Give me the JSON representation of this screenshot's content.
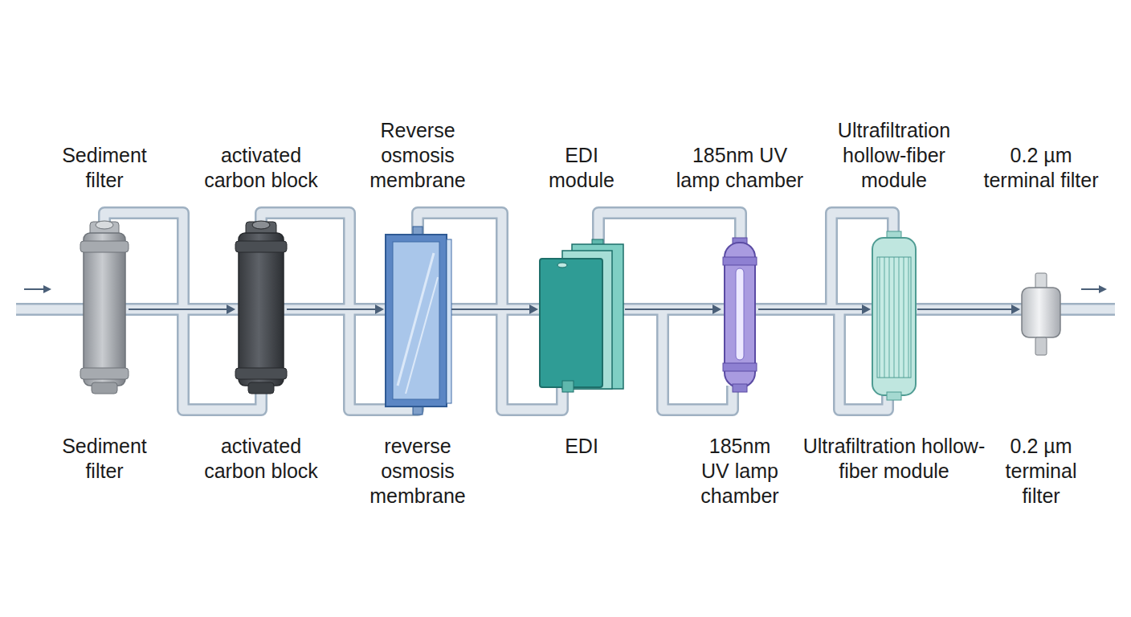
{
  "diagram": {
    "nodes": [
      {
        "text": [
          "Sediment filter",
          "Sediment filter"
        ]
      },
      {
        "text": [
          "activated carbon block",
          "activated carbon block"
        ]
      },
      {
        "text": [
          "Reverse osmosis membrane",
          "reverse osmosis membrane"
        ]
      },
      {
        "text": [
          "EDI module",
          "EDI"
        ]
      },
      {
        "text": [
          "185nm UV lamp chamber",
          "185nm UV lamp chamber"
        ]
      },
      {
        "text": [
          "Ultrafiltration hollow-fiber module",
          "Ultrafiltration hollow-fiber module"
        ]
      },
      {
        "text": [
          "0.2 µm terminal filter",
          "0.2 µm terminal filter"
        ]
      }
    ],
    "edges": [
      {
        "from": 0,
        "to": 1,
        "arrow": "to"
      },
      {
        "from": 1,
        "to": 2,
        "arrow": "to"
      },
      {
        "from": 2,
        "to": 3,
        "arrow": "to"
      },
      {
        "from": 3,
        "to": 4,
        "arrow": "to"
      },
      {
        "from": 4,
        "to": 5,
        "arrow": "to"
      },
      {
        "from": 5,
        "to": 6,
        "arrow": "to"
      }
    ]
  }
}
